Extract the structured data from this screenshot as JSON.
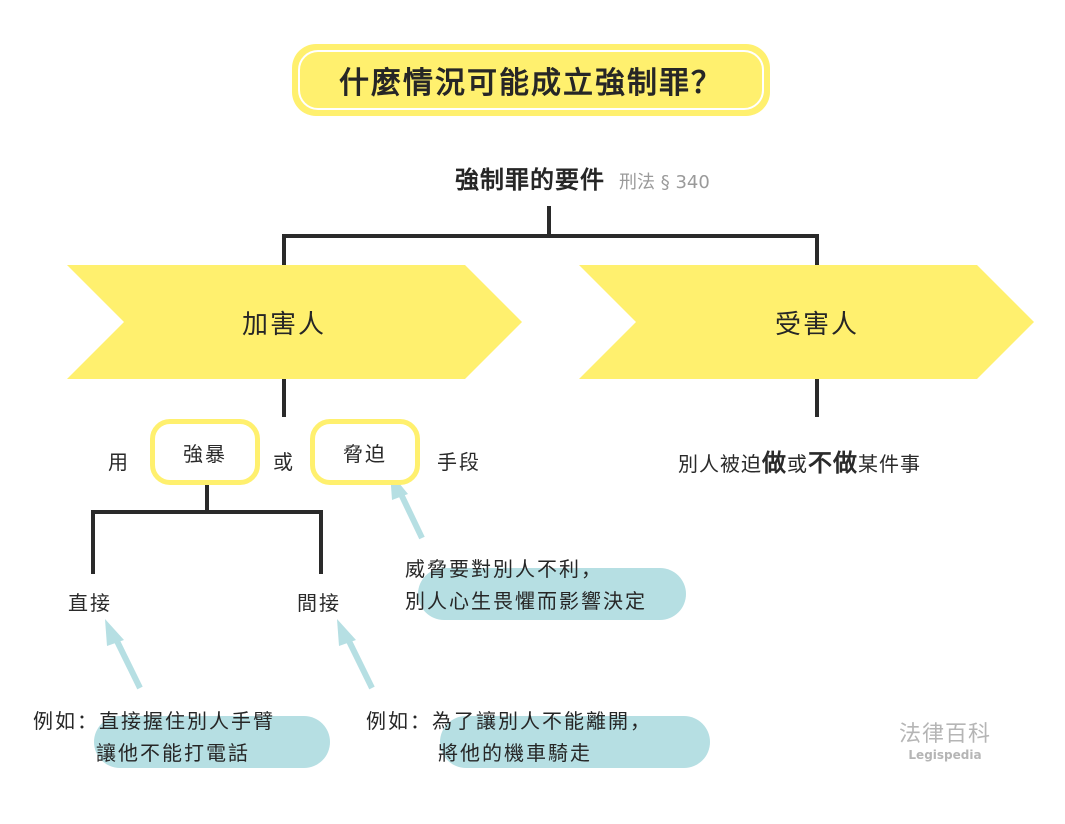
{
  "title": "什麼情況可能成立強制罪？",
  "heading": {
    "text": "強制罪的要件",
    "law_ref": "刑法 § 340"
  },
  "colors": {
    "yellow": "#fff06e",
    "teal": "#b6dfe3",
    "line": "#2a2a2a",
    "gray": "#9a9a9a"
  },
  "branches": {
    "perpetrator": "加害人",
    "victim": "受害人"
  },
  "means": {
    "prefix": "用",
    "violence": "強暴",
    "or": "或",
    "threat": "脅迫",
    "suffix": "手段"
  },
  "victim_effect": {
    "part1": "別人被迫",
    "do": "做",
    "or": "或",
    "not_do": "不做",
    "part2": "某件事"
  },
  "violence_types": {
    "direct": "直接",
    "indirect": "間接"
  },
  "threat_note": {
    "line1": "威脅要對別人不利，",
    "line2": "別人心生畏懼而影響決定"
  },
  "direct_example": {
    "line1": "例如：直接握住別人手臂",
    "line2": "讓他不能打電話"
  },
  "indirect_example": {
    "line1": "例如：為了讓別人不能離開，",
    "line2": "將他的機車騎走"
  },
  "logo": {
    "chinese": "法律百科",
    "english": "Legispedia"
  }
}
